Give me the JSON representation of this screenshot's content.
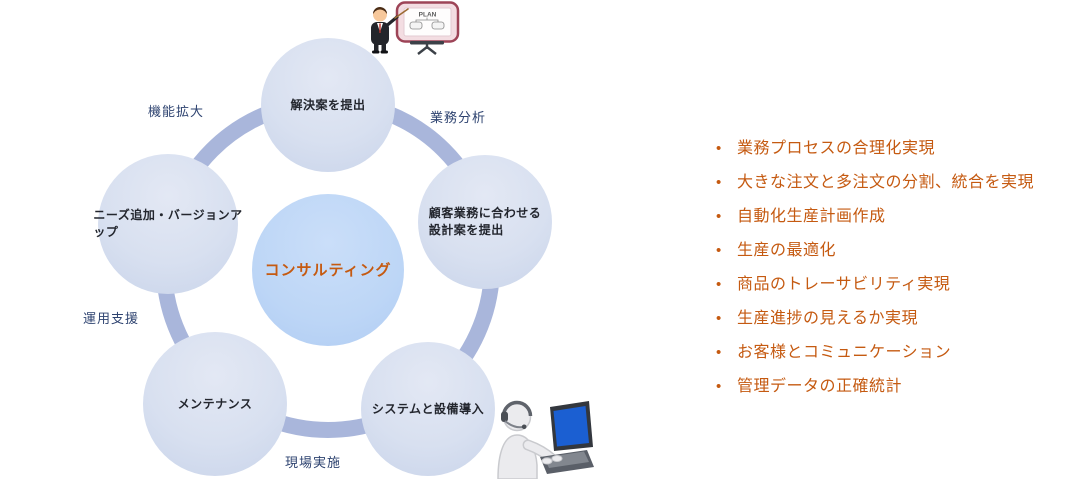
{
  "colors": {
    "outer_circle": "#d8e0f0",
    "outer_circle_edge": "#c9d4ea",
    "center_circle": "#bdd6f6",
    "ring": "#a9b6db",
    "node_text": "#23262e",
    "edge_label_text": "#2e4370",
    "accent_orange": "#c55a11"
  },
  "diagram": {
    "center_label": "コンサルティング",
    "nodes": [
      {
        "id": "propose-solution",
        "label": "解決案を提出"
      },
      {
        "id": "design-proposal",
        "label": "顧客業務に合わせる\n設計案を提出"
      },
      {
        "id": "system-equipment-install",
        "label": "システムと設備導入"
      },
      {
        "id": "maintenance",
        "label": "メンテナンス"
      },
      {
        "id": "needs-version-up",
        "label": "ニーズ追加・バージョンア\nップ"
      }
    ],
    "edge_labels": [
      {
        "id": "function-expansion",
        "label": "機能拡大"
      },
      {
        "id": "business-analysis",
        "label": "業務分析"
      },
      {
        "id": "operation-support",
        "label": "運用支援"
      },
      {
        "id": "onsite-implementation",
        "label": "現場実施"
      }
    ],
    "presenter_board_label": "PLAN"
  },
  "benefits": {
    "bullet_glyph": "•",
    "items": [
      "業務プロセスの合理化実現",
      "大きな注文と多注文の分割、統合を実現",
      "自動化生産計画作成",
      "生産の最適化",
      "商品のトレーサビリティ実現",
      "生産進捗の見えるか実現",
      "お客様とコミュニケーション",
      "管理データの正確統計"
    ]
  }
}
